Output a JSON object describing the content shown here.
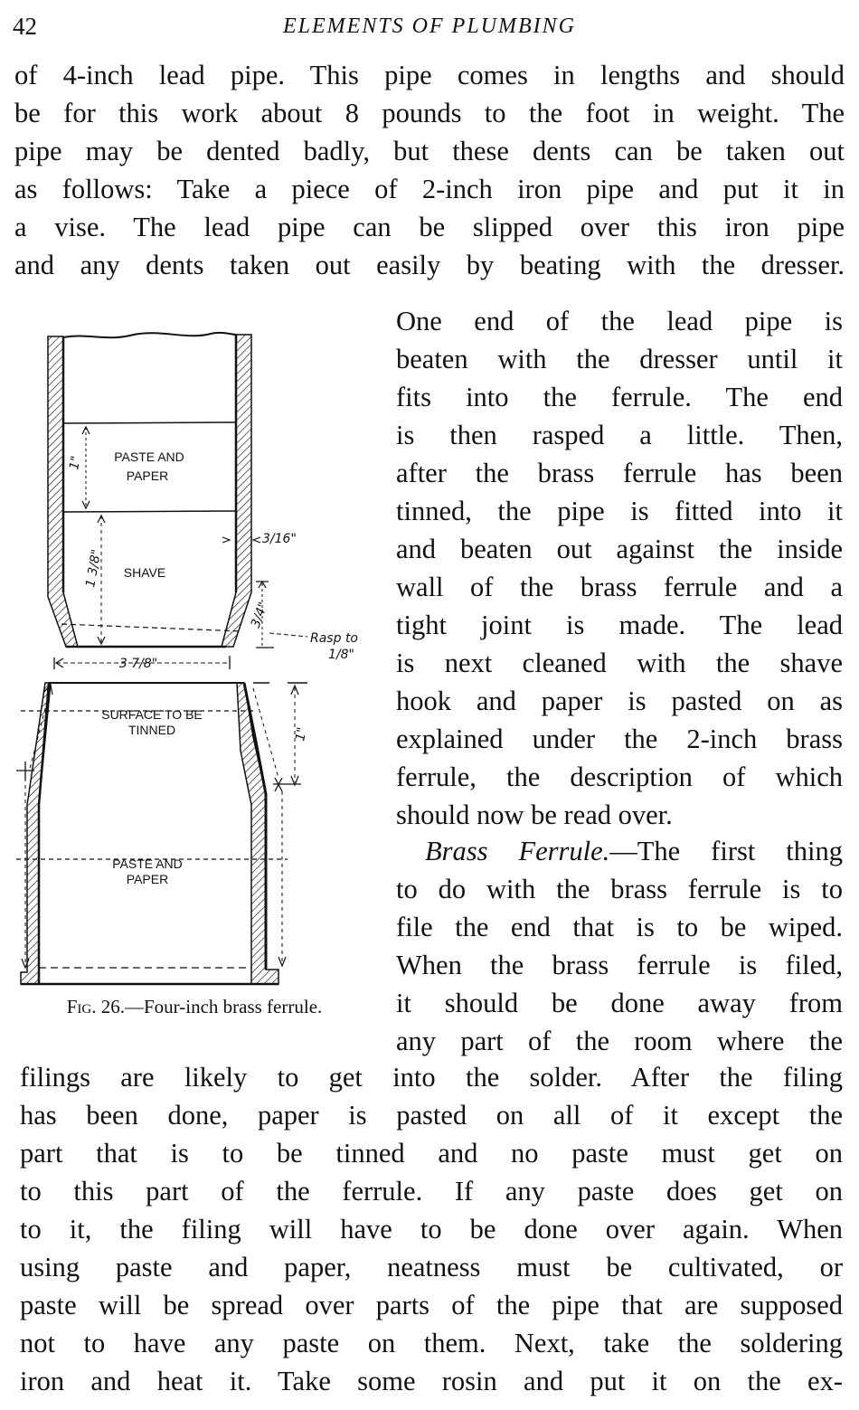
{
  "header": {
    "page_number": "42",
    "running_title": "ELEMENTS OF PLUMBING"
  },
  "body": {
    "top_lines": [
      "of 4-inch lead pipe.  This pipe comes in lengths and should",
      "be for this work about 8 pounds to the foot in weight.  The",
      "pipe may be dented badly, but these dents can be taken out",
      "as follows:  Take a piece of 2-inch iron pipe and put it in",
      "a vise.  The lead pipe can be slipped over this iron pipe",
      "and any dents taken out easily by beating with the dresser."
    ],
    "column_lines": [
      "One end of the lead pipe is",
      "beaten with the dresser until it",
      "fits into the ferrule.  The end",
      "is then rasped a little.  Then,",
      "after the brass ferrule has been",
      "tinned, the pipe is fitted into it",
      "and beaten out against the inside",
      "wall of the brass ferrule and a",
      "tight joint is made.  The lead",
      "is next cleaned with the shave",
      "hook and paper is pasted on as",
      "explained under the 2-inch brass",
      "ferrule, the description of which",
      "should now be read over."
    ],
    "section_heading": "Brass Ferrule.",
    "section_first_line_rest": "—The first thing",
    "section_column_lines": [
      "to do with the brass ferrule is to",
      "file the end that is to be wiped.",
      "When the brass ferrule is filed,",
      "it should be done away from",
      "any part of the room where the"
    ],
    "bottom_lines": [
      "filings are likely to get into the solder.  After the filing",
      "has been done, paper is pasted on all of it except the",
      "part that is to be tinned and no paste must get on",
      "to this part of the ferrule.  If any paste does get on",
      "to it, the filing will have to be done over again.  When",
      "using paste and paper, neatness must be cultivated, or",
      "paste will be spread over parts of the pipe that are supposed",
      "not to have any paste on them.  Next, take the soldering",
      "iron and heat it.  Take some rosin and put it on the ex-"
    ]
  },
  "figure": {
    "caption_prefix": "Fig.",
    "caption_number": "26.",
    "caption_text": "—Four-inch brass ferrule.",
    "labels": {
      "paste_and_paper_top": [
        "PASTE AND",
        "PAPER"
      ],
      "shave": "SHAVE",
      "surface_to_be_tinned": [
        "SURFACE TO BE",
        "TINNED"
      ],
      "paste_and_paper_bottom": [
        "PASTE AND",
        "PAPER"
      ],
      "rasp_to": "Rasp to",
      "rasp_value": "1/8\"",
      "wall_thickness": "3/16\"",
      "bottom_width": "3 7/8\"",
      "one_inch_top": "1\"",
      "shave_length": "1 3/8\"",
      "taper": "3/4\"",
      "one_inch_bottom": "1\""
    }
  }
}
